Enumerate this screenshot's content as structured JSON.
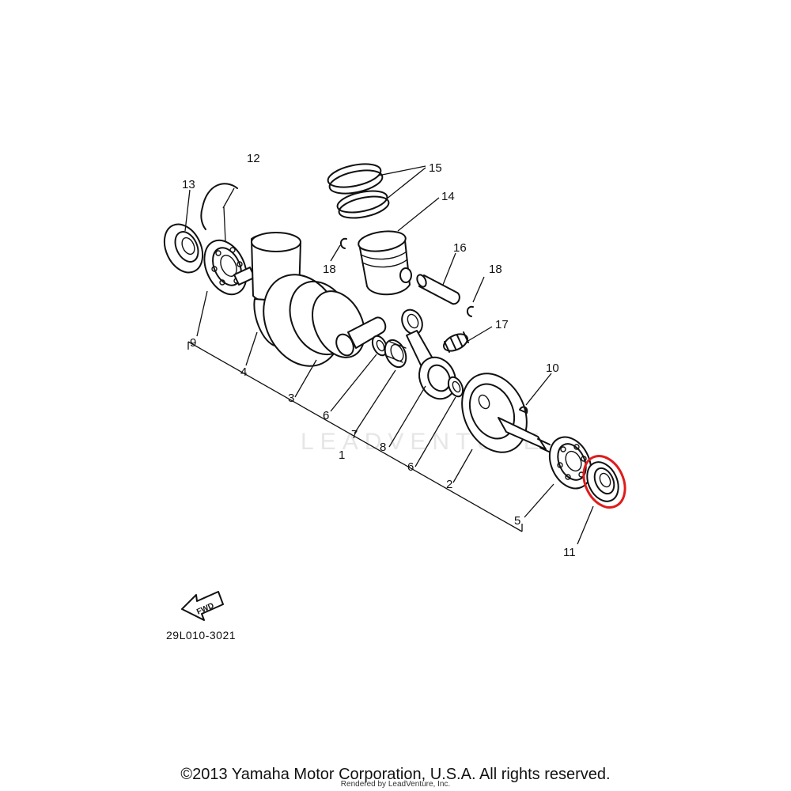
{
  "diagram": {
    "drawing_code": "29L010-3021",
    "fwd_label": "FWD",
    "watermark": "LEADVENTURE",
    "highlight_color": "#e01b1b",
    "highlighted_part": "11",
    "callouts": {
      "c1": "1",
      "c2": "2",
      "c3": "3",
      "c4": "4",
      "c5": "5",
      "c6a": "6",
      "c6b": "6",
      "c7": "7",
      "c8": "8",
      "c9": "9",
      "c10": "10",
      "c11": "11",
      "c12": "12",
      "c13": "13",
      "c14": "14",
      "c15": "15",
      "c16": "16",
      "c17": "17",
      "c18a": "18",
      "c18b": "18"
    }
  },
  "footer": {
    "copyright": "©2013 Yamaha Motor Corporation, U.S.A. All rights reserved.",
    "renderer": "Rendered by LeadVenture, Inc."
  }
}
